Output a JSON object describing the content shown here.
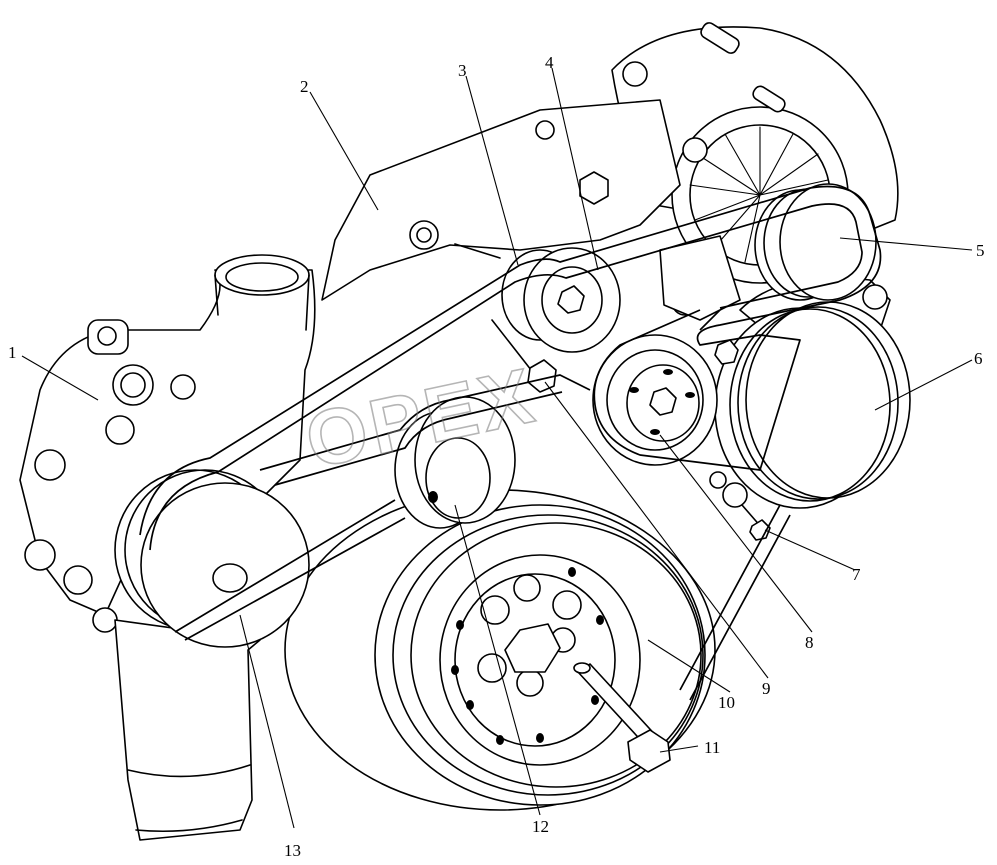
{
  "watermark": {
    "text": "OPEX"
  },
  "callouts": [
    {
      "id": "c1",
      "label": "1"
    },
    {
      "id": "c2",
      "label": "2"
    },
    {
      "id": "c3",
      "label": "3"
    },
    {
      "id": "c4",
      "label": "4"
    },
    {
      "id": "c5",
      "label": "5"
    },
    {
      "id": "c6",
      "label": "6"
    },
    {
      "id": "c7",
      "label": "7"
    },
    {
      "id": "c8",
      "label": "8"
    },
    {
      "id": "c9",
      "label": "9"
    },
    {
      "id": "c10",
      "label": "10"
    },
    {
      "id": "c11",
      "label": "11"
    },
    {
      "id": "c12",
      "label": "12"
    },
    {
      "id": "c13",
      "label": "13"
    }
  ]
}
